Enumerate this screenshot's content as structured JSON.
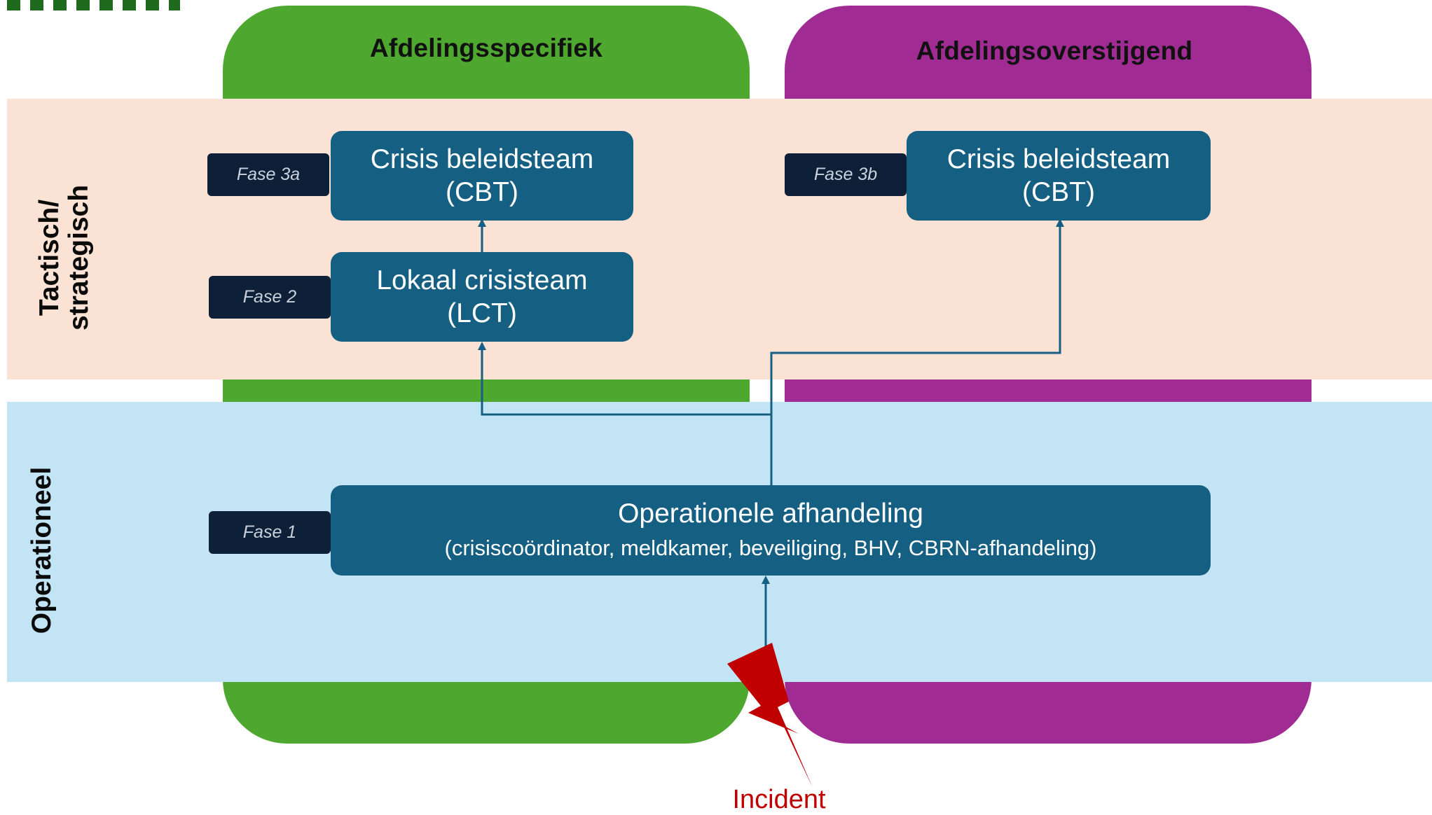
{
  "colors": {
    "green_pillar": "#4ea72e",
    "purple_pillar": "#a02b93",
    "band_tactical": "#fae2d5",
    "band_operational": "#c2e4f4",
    "box": "#155f82",
    "fase_tag": "#0e1f38",
    "connector": "#155f82",
    "incident": "#c00000",
    "corner_stripes": "#1f6b1e"
  },
  "columns": {
    "left_title": "Afdelingsspecifiek",
    "right_title": "Afdelingsoverstijgend"
  },
  "bands": {
    "tactical_line1": "Tactisch/",
    "tactical_line2": "strategisch",
    "operational": "Operationeel"
  },
  "boxes": {
    "cbt_left": {
      "line1": "Crisis beleidsteam",
      "line2": "(CBT)",
      "fase": "Fase 3a"
    },
    "lct": {
      "line1": "Lokaal crisisteam",
      "line2": "(LCT)",
      "fase": "Fase 2"
    },
    "cbt_right": {
      "line1": "Crisis beleidsteam",
      "line2": "(CBT)",
      "fase": "Fase 3b"
    },
    "operational": {
      "line1": "Operationele afhandeling",
      "line2": "(crisiscoördinator, meldkamer, beveiliging, BHV, CBRN-afhandeling)",
      "fase": "Fase 1"
    }
  },
  "incident": {
    "label": "Incident",
    "icon": "lightning-bolt-icon"
  }
}
